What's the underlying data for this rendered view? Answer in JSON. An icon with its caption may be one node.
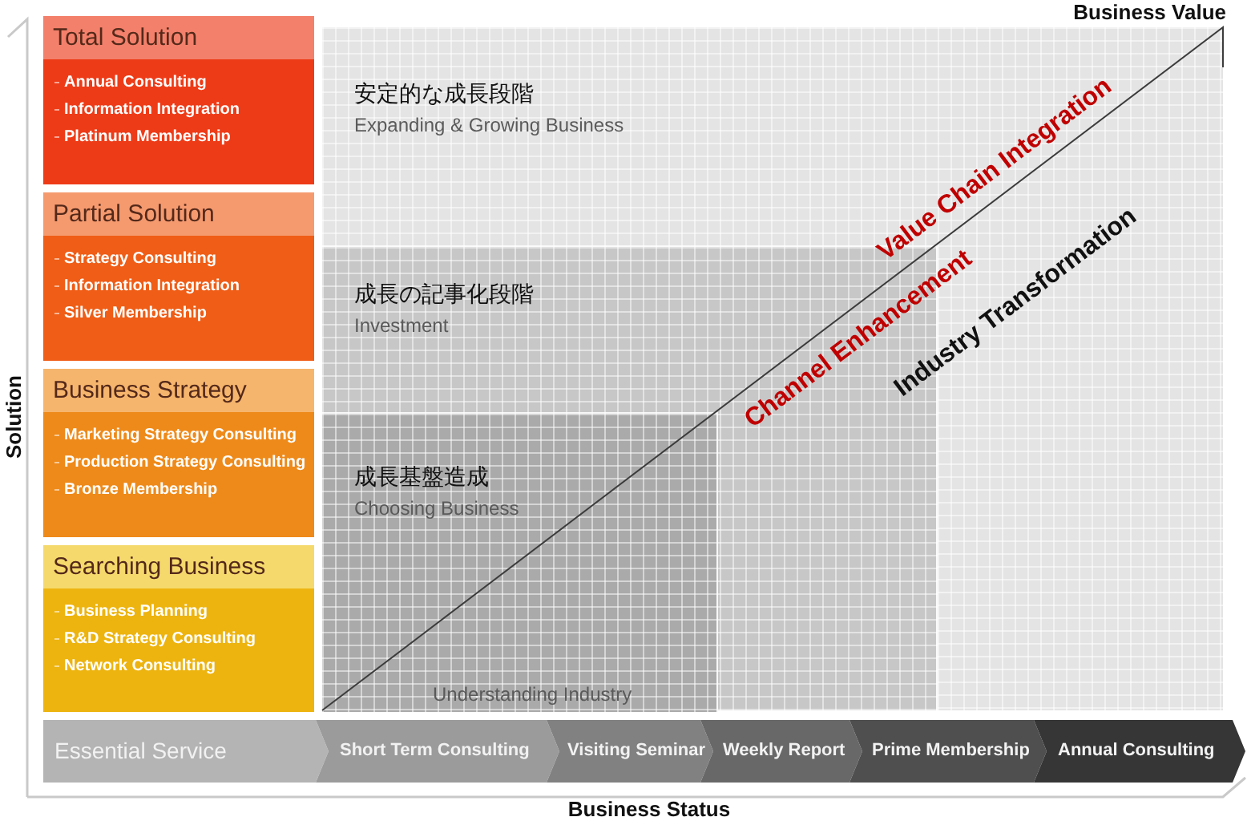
{
  "diagram": {
    "nodes": [
      {
        "text": [
          "Total Solution",
          "Annual Consulting",
          "Information Integration",
          "Platinum Membership"
        ]
      },
      {
        "text": [
          "Partial Solution",
          "Strategy Consulting",
          "Information Integration",
          "Silver Membership"
        ]
      },
      {
        "text": [
          "Business Strategy",
          "Marketing Strategy Consulting",
          "Production Strategy Consulting",
          "Bronze Membership"
        ]
      },
      {
        "text": [
          "Searching Business",
          "Business Planning",
          "R&D Strategy Consulting",
          "Network Consulting"
        ]
      },
      {
        "text": [
          "安定的な成長段階",
          "Expanding & Growing Business"
        ]
      },
      {
        "text": [
          "成長の記事化段階",
          "Investment"
        ],
        "in": 4
      },
      {
        "text": [
          "成長基盤造成",
          "Choosing Business",
          "Understanding Industry"
        ],
        "in": 5
      },
      {
        "text": [
          "Essential Service"
        ]
      },
      {
        "text": [
          "Short Term Consulting"
        ]
      },
      {
        "text": [
          "Visiting Seminar"
        ]
      },
      {
        "text": [
          "Weekly Report"
        ]
      },
      {
        "text": [
          "Prime Membership"
        ]
      },
      {
        "text": [
          "Annual Consulting"
        ]
      }
    ],
    "labels": [
      "Business Value",
      "Value Chain Integration",
      "Channel Enhancement",
      "Industry Transformation",
      "Solution",
      "Business Status"
    ]
  }
}
